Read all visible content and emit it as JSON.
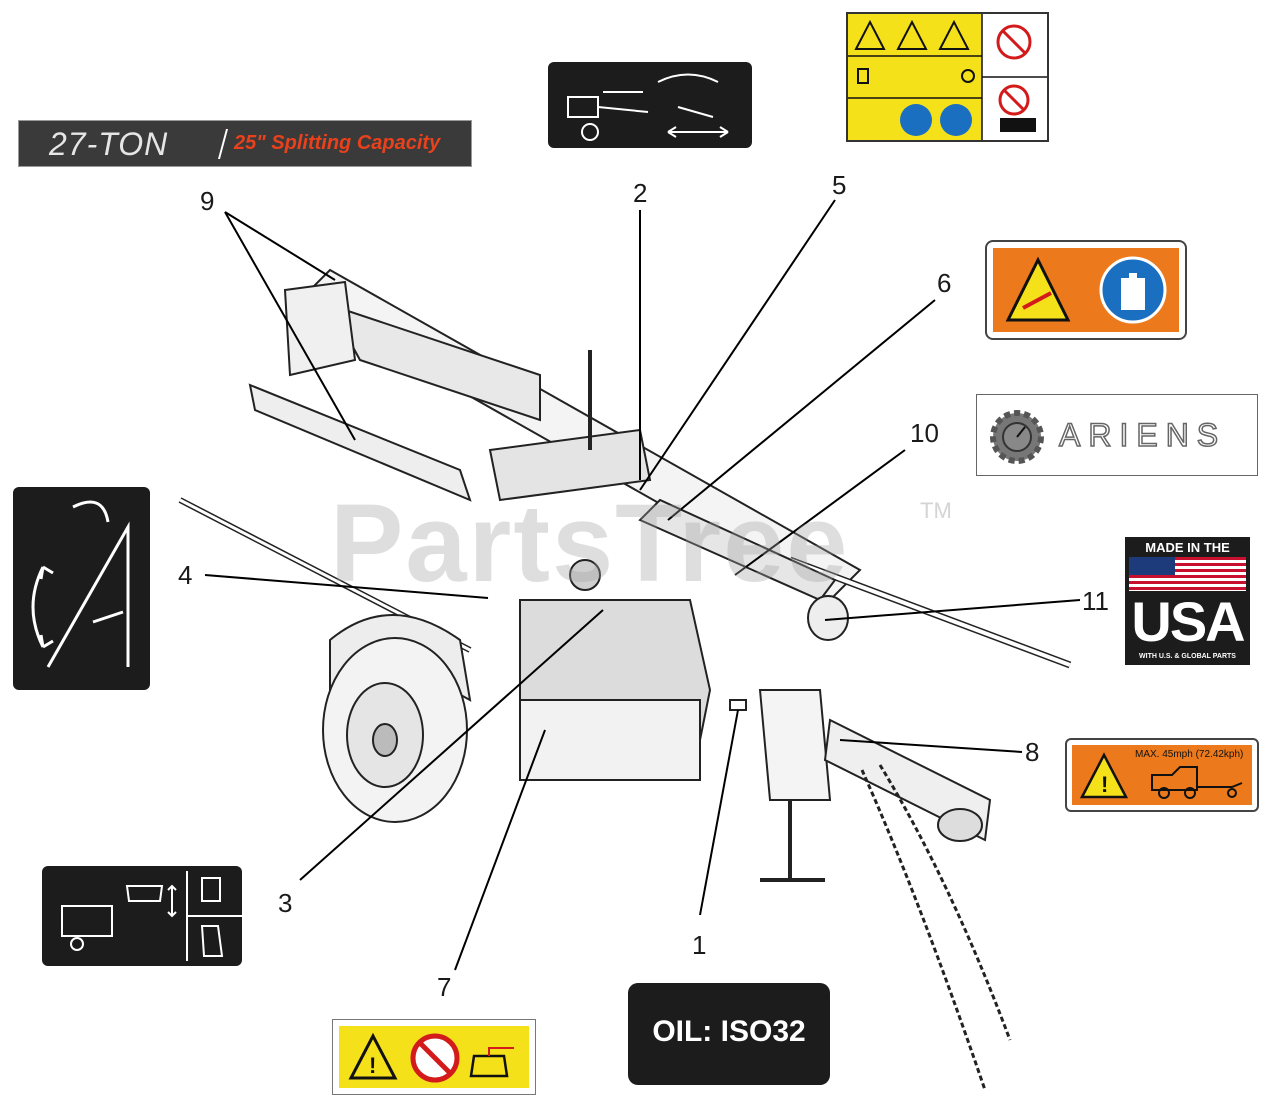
{
  "watermark": "PartsTree",
  "watermark_tm": "TM",
  "decals": {
    "ton_badge": {
      "ton_text": "27-TON",
      "capacity_text": "25\" Splitting Capacity",
      "accent": "#e8411c"
    },
    "oil_decal": {
      "text": "OIL: ISO32"
    },
    "brand_decal": {
      "text": "ARIENS"
    },
    "usa_decal": {
      "line1": "MADE IN THE",
      "line2": "USA",
      "line3": "WITH U.S. & GLOBAL PARTS"
    },
    "tow_decal": {
      "text": "MAX. 45mph (72.42kph)"
    },
    "warning_yellow": "#f5e11a",
    "warning_orange": "#ec7a1c",
    "safety_blue": "#1a6fc1"
  },
  "callouts": [
    "1",
    "2",
    "3",
    "4",
    "5",
    "6",
    "7",
    "8",
    "9",
    "10",
    "11"
  ]
}
